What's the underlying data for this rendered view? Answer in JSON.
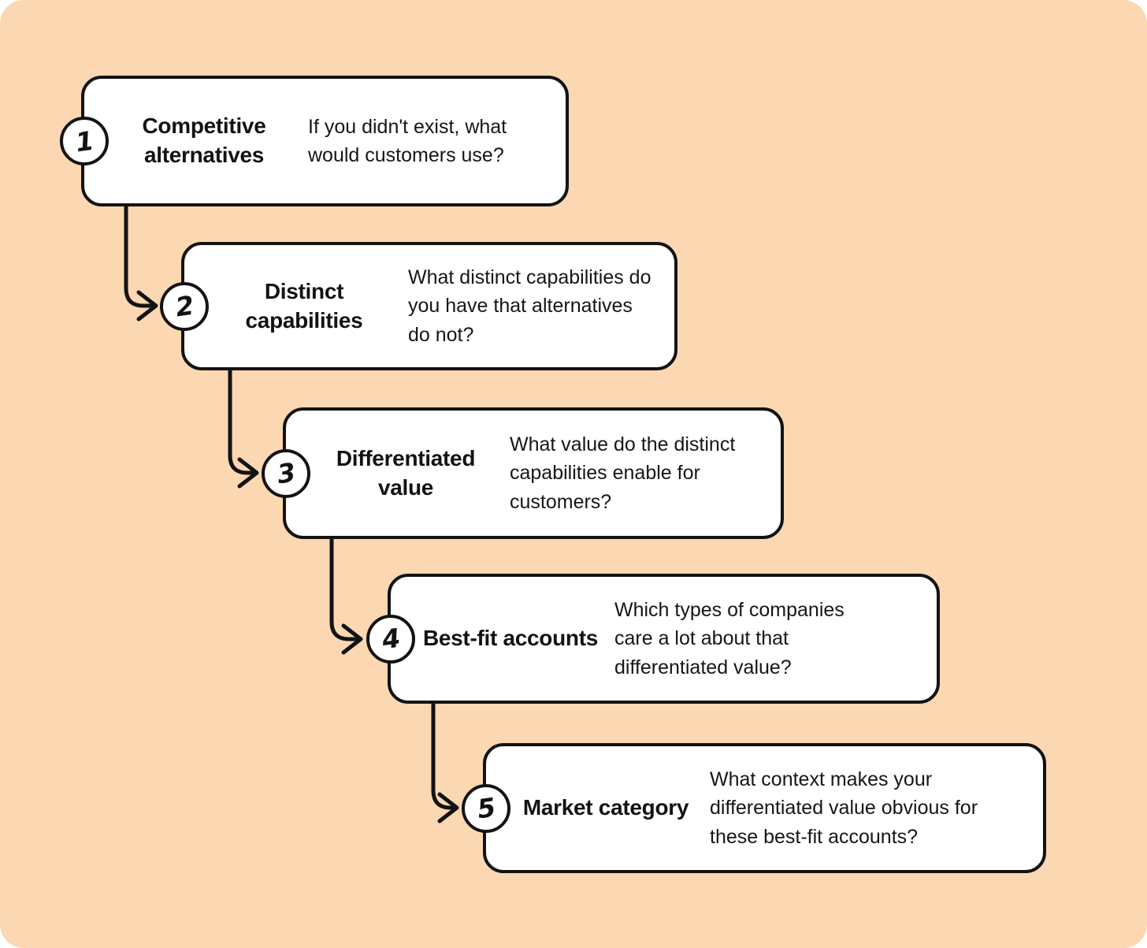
{
  "diagram": {
    "background_color": "#FBD7B2",
    "card_color": "#FFFFFF",
    "stroke_color": "#131313",
    "steps": [
      {
        "number": "1",
        "title": "Competitive alternatives",
        "question": "If you didn't exist, what would customers use?"
      },
      {
        "number": "2",
        "title": "Distinct capabilities",
        "question": "What distinct capabilities do you have that alternatives do not?"
      },
      {
        "number": "3",
        "title": "Differentiated value",
        "question": "What value do the distinct capabilities enable for customers?"
      },
      {
        "number": "4",
        "title": "Best-fit accounts",
        "question": "Which types of companies care a lot about that differentiated value?"
      },
      {
        "number": "5",
        "title": "Market category",
        "question": "What context makes your differentiated value obvious for these best-fit accounts?"
      }
    ]
  }
}
